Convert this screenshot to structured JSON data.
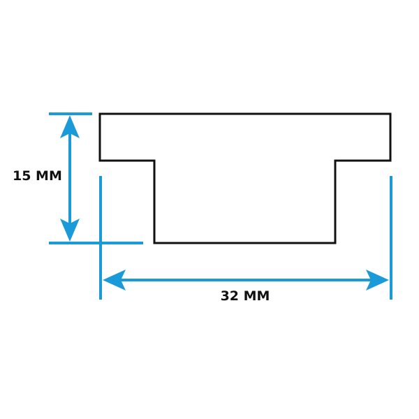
{
  "diagram": {
    "type": "dimension-drawing",
    "shape": "T-profile cross-section",
    "height_label": "15 MM",
    "width_label": "32 MM",
    "colors": {
      "outline": "#111111",
      "dimension": "#1a9ad9",
      "background": "#ffffff"
    }
  }
}
